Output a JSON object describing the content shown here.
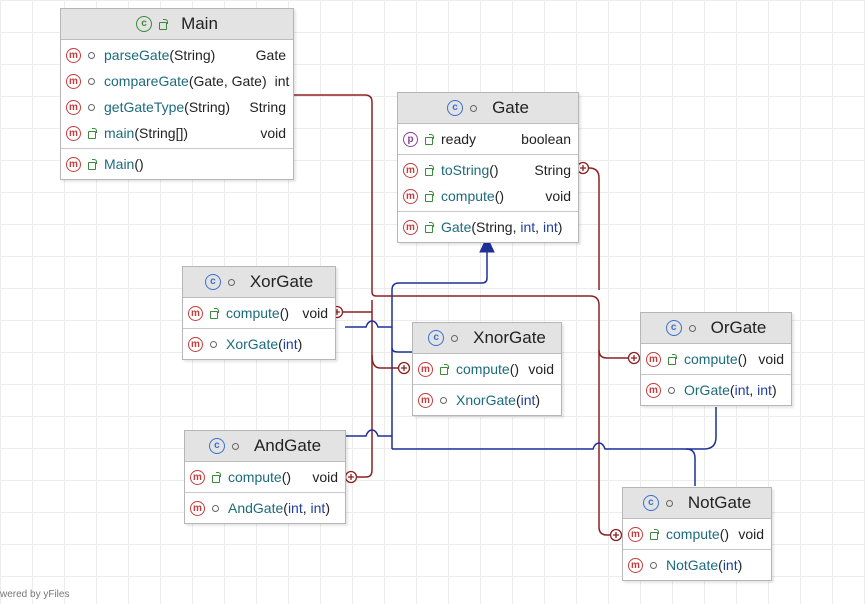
{
  "classes": {
    "main": {
      "name": "Main",
      "methods": [
        {
          "name": "parseGate",
          "params": "(String)",
          "type": "Gate"
        },
        {
          "name": "compareGate",
          "params": "(Gate, Gate)",
          "type": "int"
        },
        {
          "name": "getGateType",
          "params": "(String)",
          "type": "String"
        },
        {
          "name": "main",
          "params": "(String[])",
          "type": "void"
        }
      ],
      "ctor": {
        "name": "Main",
        "params": "()"
      }
    },
    "gate": {
      "name": "Gate",
      "field": {
        "name": "ready",
        "type": "boolean"
      },
      "methods": [
        {
          "name": "toString",
          "params": "()",
          "type": "String"
        },
        {
          "name": "compute",
          "params": "()",
          "type": "void"
        }
      ],
      "ctor": {
        "name": "Gate",
        "params": "(String, ",
        "p2": "int",
        "sep": ", ",
        "p3": "int",
        "end": ")"
      }
    },
    "xor": {
      "name": "XorGate",
      "method": {
        "name": "compute",
        "params": "()",
        "type": "void"
      },
      "ctor": {
        "name": "XorGate",
        "open": "(",
        "p1": "int",
        "end": ")"
      }
    },
    "xnor": {
      "name": "XnorGate",
      "method": {
        "name": "compute",
        "params": "()",
        "type": "void"
      },
      "ctor": {
        "name": "XnorGate",
        "open": "(",
        "p1": "int",
        "end": ")"
      }
    },
    "or": {
      "name": "OrGate",
      "method": {
        "name": "compute",
        "params": "()",
        "type": "void"
      },
      "ctor": {
        "name": "OrGate",
        "open": "(",
        "p1": "int",
        "sep": ", ",
        "p2": "int",
        "end": ")"
      }
    },
    "and": {
      "name": "AndGate",
      "method": {
        "name": "compute",
        "params": "()",
        "type": "void"
      },
      "ctor": {
        "name": "AndGate",
        "open": "(",
        "p1": "int",
        "sep": ", ",
        "p2": "int",
        "end": ")"
      }
    },
    "not": {
      "name": "NotGate",
      "method": {
        "name": "compute",
        "params": "()",
        "type": "void"
      },
      "ctor": {
        "name": "NotGate",
        "open": "(",
        "p1": "int",
        "end": ")"
      }
    }
  },
  "badges": {
    "method": "m",
    "property": "p",
    "class": "c"
  },
  "watermark": "wered by yFiles",
  "colors": {
    "inherit": "#1e2f9a",
    "inner": "#8b2020",
    "teal": "#1c6b7c",
    "keyword": "#1f3f9f"
  }
}
